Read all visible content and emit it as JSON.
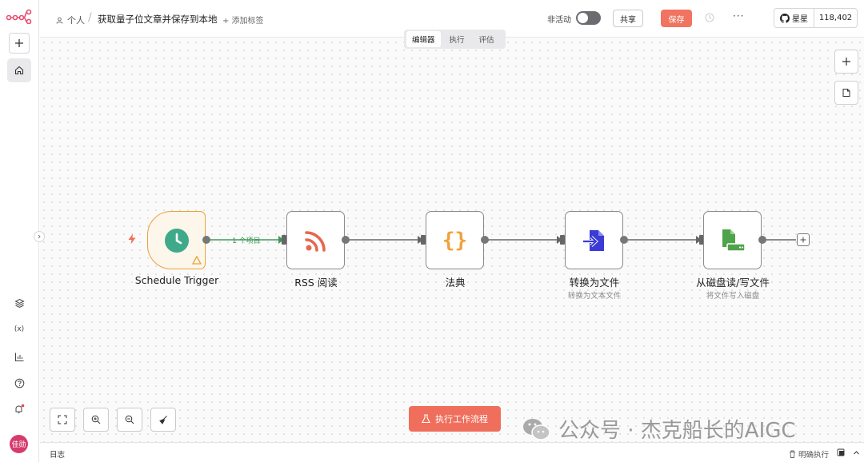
{
  "header": {
    "owner": "个人",
    "workflow_title": "获取量子位文章并保存到本地",
    "add_tag": "+ 添加标签",
    "status_label": "非活动",
    "share_label": "共享",
    "save_label": "保存",
    "more_label": "···",
    "github_star_label": "星星",
    "github_star_count": "118,402"
  },
  "tabs": [
    {
      "label": "编辑器",
      "active": true
    },
    {
      "label": "执行",
      "active": false
    },
    {
      "label": "评估",
      "active": false
    }
  ],
  "nodes": [
    {
      "label": "Schedule Trigger",
      "sub": "",
      "icon": "clock-icon"
    },
    {
      "label": "RSS 阅读",
      "sub": "",
      "icon": "rss-icon"
    },
    {
      "label": "法典",
      "sub": "",
      "icon": "code-braces-icon"
    },
    {
      "label": "转换为文件",
      "sub": "转换为文本文件",
      "icon": "file-import-icon"
    },
    {
      "label": "从磁盘读/写文件",
      "sub": "将文件写入磁盘",
      "icon": "disk-file-icon"
    }
  ],
  "connection_label": "1 个项目",
  "run_button_label": "执行工作流程",
  "watermark_text": "公众号 · 杰克船长的AIGC",
  "avatar_text": "佳勋",
  "logbar": {
    "log_label": "日志",
    "clear_label": "明确执行"
  },
  "colors": {
    "accent": "#f07460",
    "trigger_border": "#e9a23b",
    "success_connection": "#3f9a5a",
    "code_icon": "#f0a23b",
    "rss_icon": "#e8674e",
    "file_icon": "#3b3bd6",
    "disk_icon": "#4fa34a"
  }
}
